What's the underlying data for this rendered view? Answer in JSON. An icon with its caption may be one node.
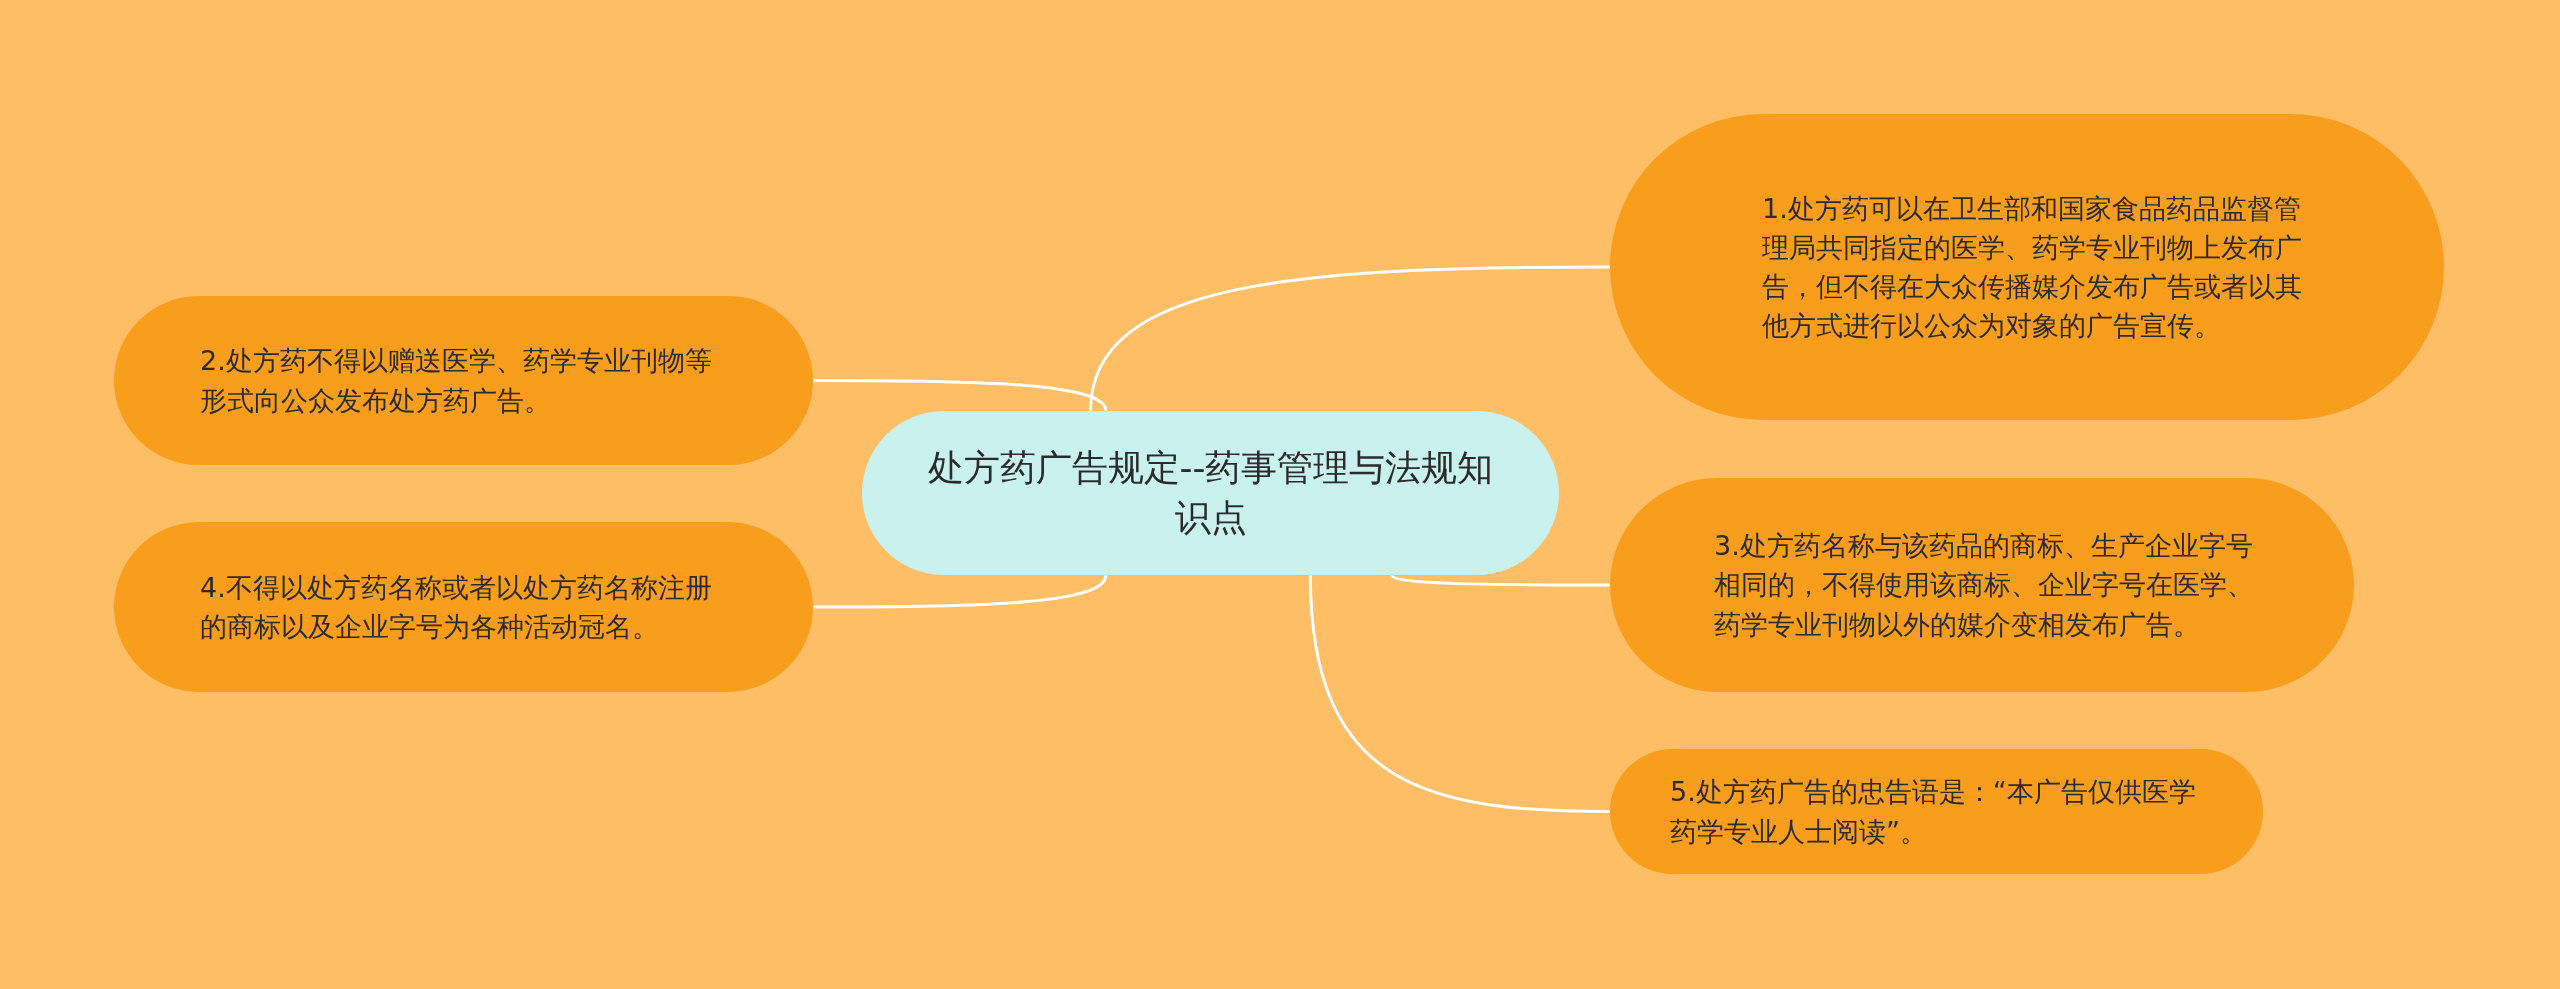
{
  "diagram": {
    "nodes": [
      {
        "text": [
          "处方药广告规定--药事管理与法规知识点"
        ]
      },
      {
        "text": [
          "1.处方药可以在卫生部和国家食品药品监督管理局共同指定的医学、药学专业刊物上发布广告，但不得在大众传播媒介发布广告或者以其他方式进行以公众为对象的广告宣传。"
        ]
      },
      {
        "text": [
          "2.处方药不得以赠送医学、药学专业刊物等形式向公众发布处方药广告。"
        ]
      },
      {
        "text": [
          "3.处方药名称与该药品的商标、生产企业字号相同的，不得使用该商标、企业字号在医学、药学专业刊物以外的媒介变相发布广告。"
        ]
      },
      {
        "text": [
          "4.不得以处方药名称或者以处方药名称注册的商标以及企业字号为各种活动冠名。"
        ]
      },
      {
        "text": [
          "5.处方药广告的忠告语是：“本广告仅供医学药学专业人士阅读”。"
        ]
      }
    ],
    "edges": [
      {
        "from": 0,
        "to": 1,
        "arrow": "none"
      },
      {
        "from": 0,
        "to": 2,
        "arrow": "none"
      },
      {
        "from": 0,
        "to": 3,
        "arrow": "none"
      },
      {
        "from": 0,
        "to": 4,
        "arrow": "none"
      },
      {
        "from": 0,
        "to": 5,
        "arrow": "none"
      }
    ]
  }
}
